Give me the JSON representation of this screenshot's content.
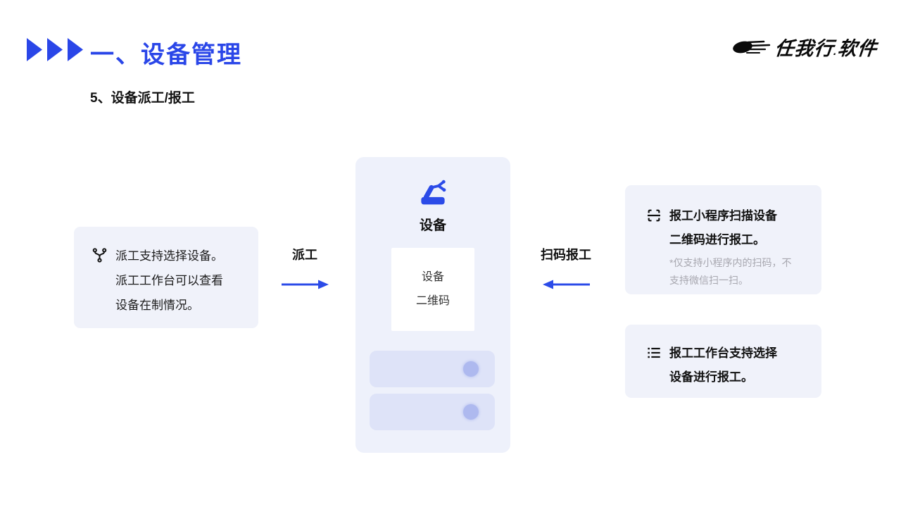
{
  "slide": {
    "title": "一、设备管理",
    "subtitle": "5、设备派工/报工"
  },
  "logo": {
    "brand": "任我行",
    "dot": ".",
    "suffix": "软件"
  },
  "colors": {
    "accent_blue": "#2A46E8",
    "icon_blue": "#2B4BE8",
    "side_card_bg": "#F0F2FA",
    "center_card_bg": "#EEF1FB",
    "bar_bg": "#DEE3F8",
    "bar_dot": "#AEB9EF",
    "note_gray": "#A7A7AF"
  },
  "left_card": {
    "icon": "branch-icon",
    "lines": [
      "派工支持选择设备。",
      "派工工作台可以查看",
      "设备在制情况。"
    ]
  },
  "dispatch_flow": {
    "label": "派工",
    "direction": "right"
  },
  "scan_flow": {
    "label": "扫码报工",
    "direction": "left"
  },
  "center_card": {
    "icon": "robot-arm-icon",
    "title": "设备",
    "qr_lines": [
      "设备",
      "二维码"
    ]
  },
  "right_top_card": {
    "icon": "scan-icon",
    "lines": [
      "报工小程序扫描设备",
      "二维码进行报工。"
    ],
    "note_lines": [
      "*仅支持小程序内的扫码，不",
      "支持微信扫一扫。"
    ]
  },
  "right_bottom_card": {
    "icon": "list-icon",
    "lines": [
      "报工工作台支持选择",
      "设备进行报工。"
    ]
  }
}
